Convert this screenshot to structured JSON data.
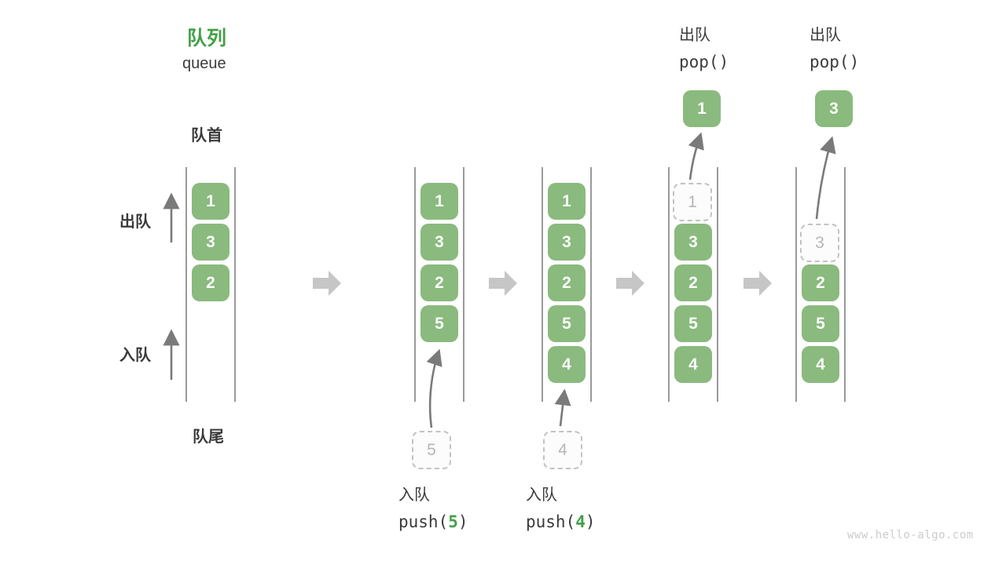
{
  "title": {
    "zh": "队列",
    "en": "queue"
  },
  "labels": {
    "front": "队首",
    "rear": "队尾",
    "dequeue": "出队",
    "enqueue": "入队"
  },
  "pop_ops": [
    {
      "zh": "出队",
      "code": "pop()"
    },
    {
      "zh": "出队",
      "code": "pop()"
    }
  ],
  "push_ops": [
    {
      "zh": "入队",
      "fn": "push(",
      "arg": "5",
      "close": ")"
    },
    {
      "zh": "入队",
      "fn": "push(",
      "arg": "4",
      "close": ")"
    }
  ],
  "queues": [
    {
      "cells": [
        {
          "v": "1",
          "row": 0
        },
        {
          "v": "3",
          "row": 1
        },
        {
          "v": "2",
          "row": 2
        }
      ]
    },
    {
      "cells": [
        {
          "v": "1",
          "row": 0
        },
        {
          "v": "3",
          "row": 1
        },
        {
          "v": "2",
          "row": 2
        },
        {
          "v": "5",
          "row": 3
        }
      ],
      "incoming": "5"
    },
    {
      "cells": [
        {
          "v": "1",
          "row": 0
        },
        {
          "v": "3",
          "row": 1
        },
        {
          "v": "2",
          "row": 2
        },
        {
          "v": "5",
          "row": 3
        },
        {
          "v": "4",
          "row": 4
        }
      ],
      "incoming": "4"
    },
    {
      "cells": [
        {
          "v": "1",
          "row": 0,
          "ghost": true
        },
        {
          "v": "3",
          "row": 1
        },
        {
          "v": "2",
          "row": 2
        },
        {
          "v": "5",
          "row": 3
        },
        {
          "v": "4",
          "row": 4
        }
      ],
      "popped": "1"
    },
    {
      "cells": [
        {
          "v": "3",
          "row": 1,
          "ghost": true
        },
        {
          "v": "2",
          "row": 2
        },
        {
          "v": "5",
          "row": 3
        },
        {
          "v": "4",
          "row": 4
        }
      ],
      "popped": "3"
    }
  ],
  "watermark": "www.hello-algo.com",
  "colors": {
    "cell_green": "#8aba7e",
    "accent_green": "#43a047",
    "text_dark": "#3c3c3c",
    "wall_gray": "#6e6e6e",
    "arrow_gray": "#7a7a7a",
    "block_arrow_gray": "#c6c6c6",
    "ghost_border_gray": "#c2c2c2"
  }
}
